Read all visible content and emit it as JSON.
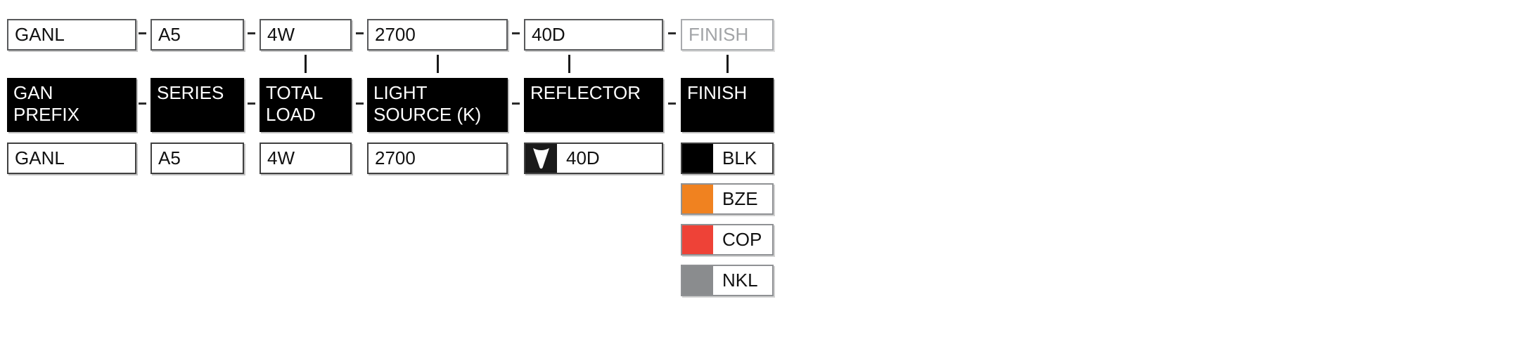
{
  "code_row": {
    "gan_prefix": "GANL",
    "series": "A5",
    "total_load": "4W",
    "light_source": "2700",
    "reflector": "40D",
    "finish_placeholder": "FINISH"
  },
  "columns": {
    "gan_prefix": {
      "header_line1": "GAN",
      "header_line2": "PREFIX",
      "value": "GANL"
    },
    "series": {
      "header_line1": "SERIES",
      "value": "A5"
    },
    "total_load": {
      "header_line1": "TOTAL",
      "header_line2": "LOAD",
      "value": "4W"
    },
    "light_source": {
      "header_line1": "LIGHT",
      "header_line2": "SOURCE (K)",
      "value": "2700"
    },
    "reflector": {
      "header_line1": "REFLECTOR",
      "value": "40D",
      "icon": "reflector-beam-icon"
    },
    "finish": {
      "header_line1": "FINISH",
      "options": [
        {
          "code": "BLK",
          "color": "#000000",
          "selected": true
        },
        {
          "code": "BZE",
          "color": "#F08220",
          "selected": false
        },
        {
          "code": "COP",
          "color": "#EE4237",
          "selected": false
        },
        {
          "code": "NKL",
          "color": "#8A8C8E",
          "selected": false
        }
      ]
    }
  },
  "colors": {
    "header_bg": "#000000",
    "header_text": "#FFFFFF",
    "ghost_text": "#A2A4A7",
    "code_box_border": "#58595B",
    "selected_border": "#404040",
    "option_border": "#8F9194",
    "beam_icon_bg": "#1A1A1A",
    "beam_icon_glyph": "#FFFFFF"
  }
}
